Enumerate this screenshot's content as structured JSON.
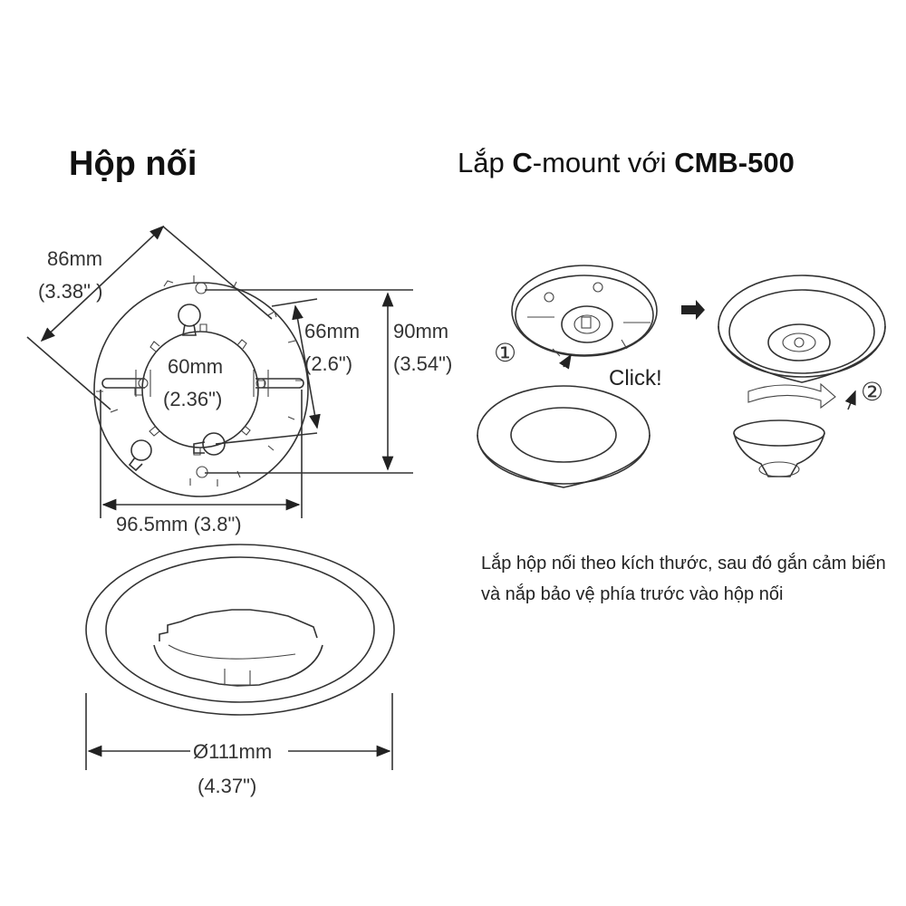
{
  "left_title": "Hộp nối",
  "right_title": {
    "part1": "Lắp",
    "part2": "C",
    "part3": "-mount với",
    "part4": "CMB-500"
  },
  "dimensions": {
    "d86_mm": "86mm",
    "d86_in": "(3.38\" )",
    "d60_mm": "60mm",
    "d60_in": "(2.36\")",
    "d66_mm": "66mm",
    "d66_in": "(2.6\")",
    "d90_mm": "90mm",
    "d90_in": "(3.54\")",
    "d96_5": "96.5mm (3.8\")",
    "d111_mm": "Ø111mm",
    "d111_in": "(4.37\")"
  },
  "steps": {
    "step1": "①",
    "step2": "②",
    "click": "Click!"
  },
  "description": "Lắp hộp nối theo kích thước, sau đó gắn cảm biến và nắp bảo vệ phía trước vào hộp nối"
}
